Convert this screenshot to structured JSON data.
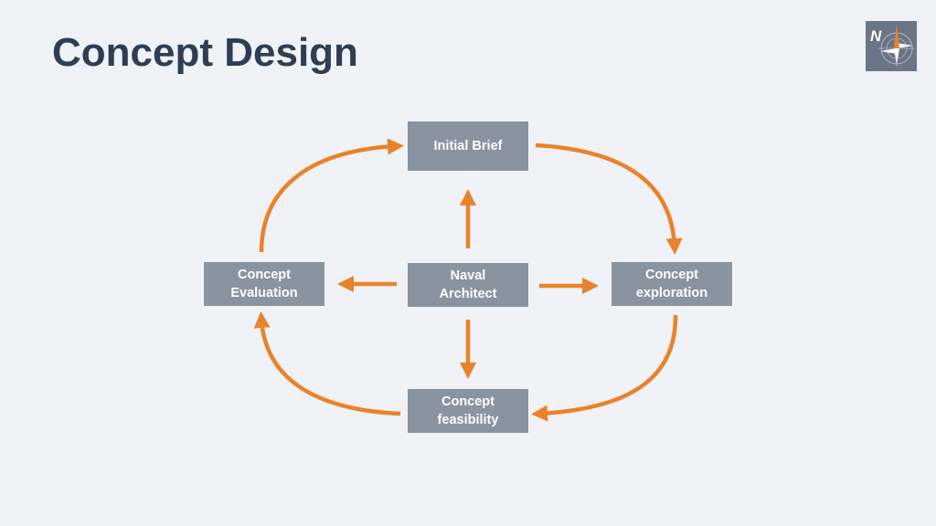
{
  "slide": {
    "title": "Concept Design"
  },
  "logo": {
    "icon": "compass-logo-icon",
    "background": "#6a7585",
    "accent": "#e8832a"
  },
  "diagram": {
    "arrow_color": "#e8832a",
    "box_color": "#8a94a1",
    "nodes": {
      "initial_brief": {
        "lines": [
          "Initial Brief"
        ]
      },
      "naval_architect": {
        "lines": [
          "Naval",
          "Architect"
        ]
      },
      "concept_evaluation": {
        "lines": [
          "Concept",
          "Evaluation"
        ]
      },
      "concept_exploration": {
        "lines": [
          "Concept",
          "exploration"
        ]
      },
      "concept_feasibility": {
        "lines": [
          "Concept",
          "feasibility"
        ]
      }
    },
    "cycle": [
      "initial_brief",
      "concept_exploration",
      "concept_feasibility",
      "concept_evaluation"
    ],
    "hub": "naval_architect"
  }
}
